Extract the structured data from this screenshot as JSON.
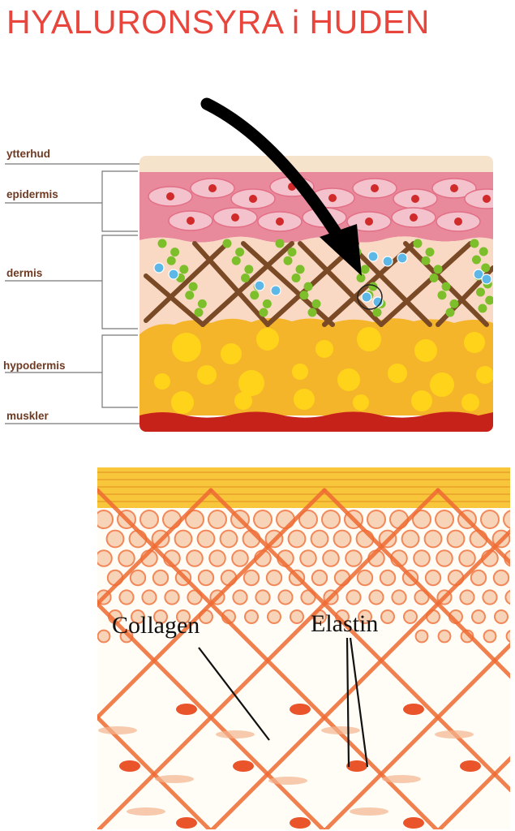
{
  "title": "HYALURONSYRA i HUDEN",
  "title_color": "#e8453c",
  "layer_labels": {
    "ytterhud": "ytterhud",
    "epidermis": "epidermis",
    "dermis": "dermis",
    "hypodermis": "hypodermis",
    "muskler": "muskler"
  },
  "fiber_labels": {
    "collagen": "Collagen",
    "elastin": "Elastin"
  },
  "colors": {
    "surface": "#f6e3cc",
    "epidermis": "#e98a9c",
    "cell": "#f4c2cc",
    "nucleus": "#d02a2a",
    "dermis": "#f9d9c4",
    "collagen_fiber": "#7a4a26",
    "elastin_bead": "#7cbf2a",
    "hyaluronic": "#5db8e8",
    "fat": "#f5b52a",
    "fat_light": "#ffd31a",
    "muscle": "#c6221a",
    "label_text": "#6e3a22",
    "mesh": "#ef6b33"
  }
}
